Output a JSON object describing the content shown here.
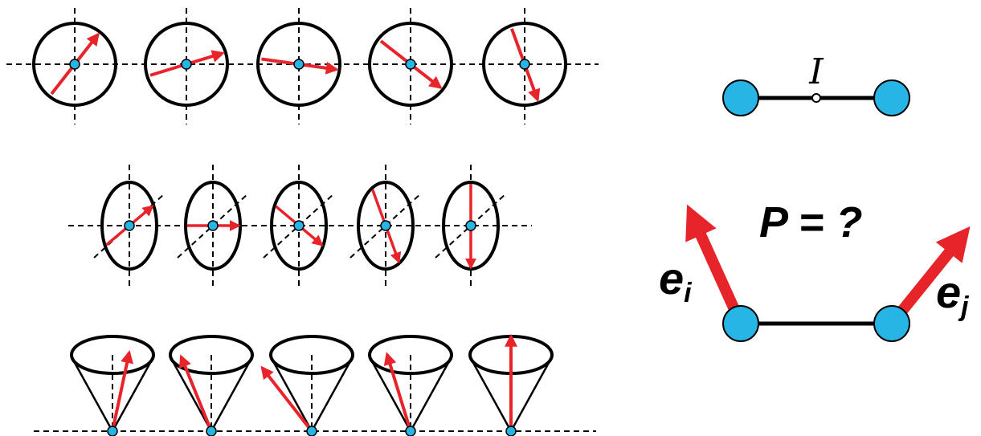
{
  "colors": {
    "arrow": "#e8242b",
    "atom": "#27b5e6",
    "outline": "#000000",
    "background": "#ffffff"
  },
  "rows": [
    {
      "name": "circular-precession",
      "arrow_angles_deg": [
        52,
        17,
        -8,
        -38,
        -70
      ]
    },
    {
      "name": "elliptical-precession",
      "arrow_angles_deg": [
        40,
        0,
        -40,
        -70,
        -90
      ]
    },
    {
      "name": "conical-precession",
      "arrow_tilt_deg": [
        12,
        -22,
        -38,
        -17,
        0
      ]
    }
  ],
  "dimer": {
    "label": "I"
  },
  "question": {
    "text": "P = ?",
    "left_vector": {
      "base": "e",
      "sub": "i"
    },
    "right_vector": {
      "base": "e",
      "sub": "j"
    }
  }
}
